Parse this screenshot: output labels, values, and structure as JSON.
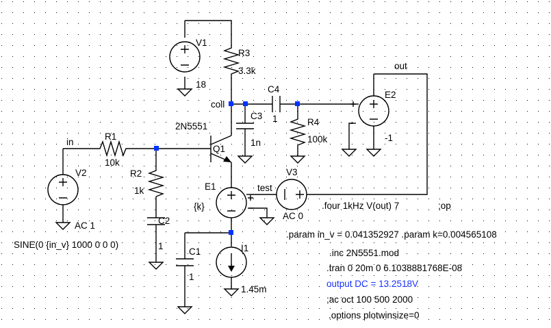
{
  "colors": {
    "background": "#ffffff",
    "grid_dots": "#000000",
    "wire": "#000000",
    "junction": "#0033ff",
    "output_directive": "#1a33ff"
  },
  "nets": {
    "in": "in",
    "out": "out",
    "coll": "coll",
    "test": "test"
  },
  "components": {
    "v1": {
      "name": "V1",
      "value": "18"
    },
    "r3": {
      "name": "R3",
      "value": "3.3k"
    },
    "c4": {
      "name": "C4",
      "value": "1"
    },
    "c3": {
      "name": "C3",
      "value": "1n"
    },
    "r4": {
      "name": "R4",
      "value": "100k"
    },
    "e2": {
      "name": "E2",
      "value": "-1"
    },
    "q1": {
      "name": "Q1",
      "model": "2N5551"
    },
    "r1": {
      "name": "R1",
      "value": "10k"
    },
    "v2": {
      "name": "V2",
      "value": "AC 1",
      "source": "SINE(0 {in_v} 1000 0 0 0)"
    },
    "r2": {
      "name": "R2",
      "value": "1k"
    },
    "c2": {
      "name": "C2",
      "value": "1"
    },
    "e1": {
      "name": "E1",
      "value": "{k}"
    },
    "v3": {
      "name": "V3",
      "value": "AC 0"
    },
    "c1": {
      "name": "C1",
      "value": "1"
    },
    "i1": {
      "name": "I1",
      "value": "1.45m"
    }
  },
  "directives": {
    "four": ".four 1kHz V(out) 7",
    "op": ";op",
    "params": ".param in_v = 0.041352927 .param k=0.004565108",
    "inc": ".inc 2N5551.mod",
    "tran": ".tran 0 20m 0 6.1038881768E-08",
    "output": "output DC = 13.2518V",
    "ac": ";ac oct 100 500 2000",
    "options": ".options plotwinsize=0"
  }
}
